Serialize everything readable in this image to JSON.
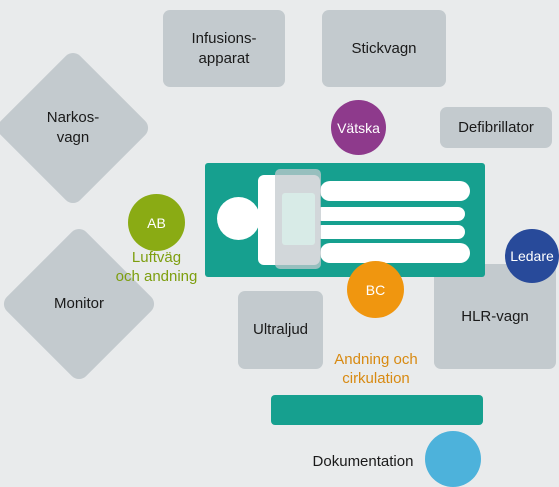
{
  "equipment": {
    "infusion_pump": "Infusions-\napparat",
    "stick_cart": "Stickvagn",
    "anesthesia_cart": "Narkos-\nvagn",
    "defibrillator": "Defibrillator",
    "monitor": "Monitor",
    "ultrasound": "Ultraljud",
    "cpr_cart": "HLR-vagn",
    "documentation": "Dokumentation"
  },
  "roles": {
    "fluids": {
      "label": "Vätska",
      "color": "#8e3a8c"
    },
    "ab": {
      "label": "AB",
      "caption": "Luftväg\noch andning",
      "color": "#8aab14"
    },
    "bc": {
      "label": "BC",
      "caption": "Andning och\ncirkulation",
      "color": "#f0960f"
    },
    "leader": {
      "label": "Ledare",
      "color": "#284a9a"
    },
    "documenter": {
      "label": "",
      "color": "#4db2db"
    }
  },
  "colors": {
    "bed": "#16a08f",
    "equipment": "#c3cace",
    "background": "#e9ebec"
  }
}
